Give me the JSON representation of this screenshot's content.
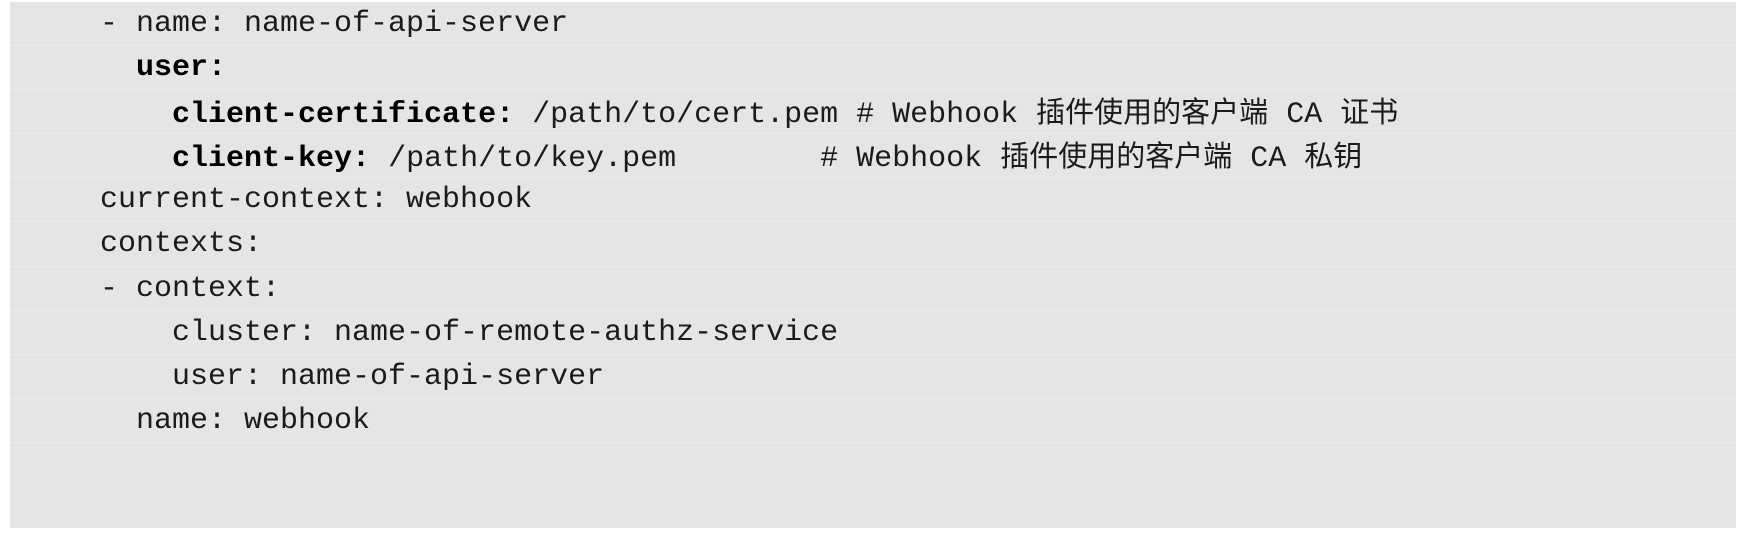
{
  "code_block": {
    "language": "yaml",
    "background_color": "#e5e5e5",
    "text_color": "#1b1b1b",
    "separator_color": "#ececec",
    "lines": [
      {
        "id": "line-name-api-server",
        "indent": "  ",
        "segments": [
          {
            "kind": "plain",
            "text": "- name: name-of-api-server"
          }
        ]
      },
      {
        "id": "line-user",
        "indent": "  ",
        "segments": [
          {
            "kind": "plain",
            "text": "  "
          },
          {
            "kind": "key",
            "text": "user:"
          }
        ]
      },
      {
        "id": "line-client-certificate",
        "indent": "  ",
        "segments": [
          {
            "kind": "plain",
            "text": "    "
          },
          {
            "kind": "key",
            "text": "client-certificate:"
          },
          {
            "kind": "plain",
            "text": " /path/to/cert.pem # "
          },
          {
            "kind": "comment",
            "text": "Webhook "
          },
          {
            "kind": "comment-cjk",
            "text": "插件使用的客户端"
          },
          {
            "kind": "comment",
            "text": " CA "
          },
          {
            "kind": "comment-cjk",
            "text": "证书"
          }
        ]
      },
      {
        "id": "line-client-key",
        "indent": "  ",
        "segments": [
          {
            "kind": "plain",
            "text": "    "
          },
          {
            "kind": "key",
            "text": "client-key:"
          },
          {
            "kind": "plain",
            "text": " /path/to/key.pem        # "
          },
          {
            "kind": "comment",
            "text": "Webhook "
          },
          {
            "kind": "comment-cjk",
            "text": "插件使用的客户端"
          },
          {
            "kind": "comment",
            "text": " CA "
          },
          {
            "kind": "comment-cjk",
            "text": "私钥"
          }
        ]
      },
      {
        "id": "line-current-context",
        "indent": "",
        "segments": [
          {
            "kind": "plain",
            "text": "current-context: webhook"
          }
        ]
      },
      {
        "id": "line-contexts",
        "indent": "",
        "segments": [
          {
            "kind": "plain",
            "text": "contexts:"
          }
        ]
      },
      {
        "id": "line-context-item",
        "indent": "",
        "segments": [
          {
            "kind": "plain",
            "text": "- context:"
          }
        ]
      },
      {
        "id": "line-cluster",
        "indent": "",
        "segments": [
          {
            "kind": "plain",
            "text": "    cluster: name-of-remote-authz-service"
          }
        ]
      },
      {
        "id": "line-user-ref",
        "indent": "",
        "segments": [
          {
            "kind": "plain",
            "text": "    user: name-of-api-server"
          }
        ]
      },
      {
        "id": "line-name-webhook",
        "indent": "",
        "segments": [
          {
            "kind": "plain",
            "text": "  name: webhook"
          }
        ]
      }
    ]
  }
}
